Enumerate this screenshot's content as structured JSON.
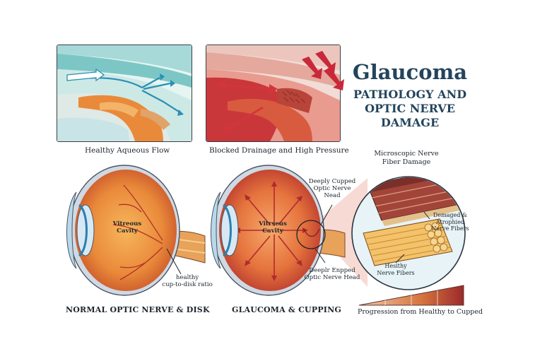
{
  "title": "Glaucoma",
  "subtitle_lines": [
    "PATHOLOGY AND",
    "OPTIC NERVE",
    "DAMAGE"
  ],
  "panels": {
    "healthy_flow": {
      "caption": "Healthy Aqueous Flow"
    },
    "blocked": {
      "caption": "Blocked Drainage and High Pressure"
    }
  },
  "normal_eye": {
    "label_line1": "Vitreous",
    "label_line2": "Cavity",
    "ratio_line1": "healthy",
    "ratio_line2": "cup-to-disk ratio",
    "caption": "NORMAL OPTIC NERVE & DISK"
  },
  "glaucoma_eye": {
    "label_line1": "Vitrseus",
    "label_line2": "Cavity",
    "top_callout": [
      "Deeply Cupped",
      "Optic Nerve",
      "Nead"
    ],
    "bottom_callout": [
      "Deeplr Enpped",
      "Optic Nerve Head"
    ],
    "caption": "GLAUCOMA & CUPPING"
  },
  "micro": {
    "title_line1": "Microscopic Nerve",
    "title_line2": "Fiber Damage",
    "damaged": [
      "Demaged &",
      "Atrophied",
      "Nerve Fibers"
    ],
    "healthy": [
      "Hesithy",
      "Nerve Fibers"
    ]
  },
  "progression": {
    "caption": "Progression from Healthy to Cupped"
  },
  "colors": {
    "title": "#23445c",
    "eye_orange": "#e98a3a",
    "eye_red": "#c9373a",
    "aqueous_teal": "#bfe6e3",
    "arrow_blue": "#2b8fb4",
    "arrow_red": "#d2363a"
  },
  "icons": {
    "flow_arrows": "flow-arrow-icon",
    "pressure_arrows": "pressure-arrow-icon"
  }
}
